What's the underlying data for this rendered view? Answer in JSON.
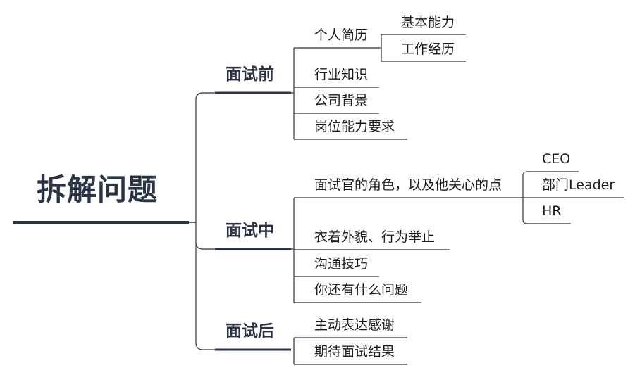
{
  "root": {
    "label": "拆解问题"
  },
  "branches": [
    {
      "label": "面试前",
      "children": [
        {
          "label": "个人简历",
          "children": [
            {
              "label": "基本能力"
            },
            {
              "label": "工作经历"
            }
          ]
        },
        {
          "label": "行业知识"
        },
        {
          "label": "公司背景"
        },
        {
          "label": "岗位能力要求"
        }
      ]
    },
    {
      "label": "面试中",
      "children": [
        {
          "label": "面试官的角色，以及他关心的点",
          "children": [
            {
              "label": "CEO"
            },
            {
              "label": "部门Leader"
            },
            {
              "label": "HR"
            }
          ]
        },
        {
          "label": "衣着外貌、行为举止"
        },
        {
          "label": "沟通技巧"
        },
        {
          "label": "你还有什么问题"
        }
      ]
    },
    {
      "label": "面试后",
      "children": [
        {
          "label": "主动表达感谢"
        },
        {
          "label": "期待面试结果"
        }
      ]
    }
  ],
  "colors": {
    "line": "#2b3445",
    "thin_line": "#333333"
  }
}
